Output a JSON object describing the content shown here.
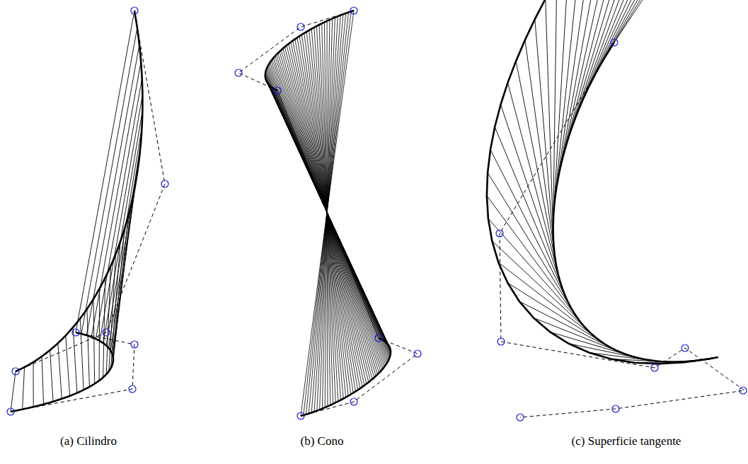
{
  "diagram": {
    "labels": [
      "(a) Cilindro",
      "(b) Cono",
      "(c) Superficie tangente"
    ]
  }
}
